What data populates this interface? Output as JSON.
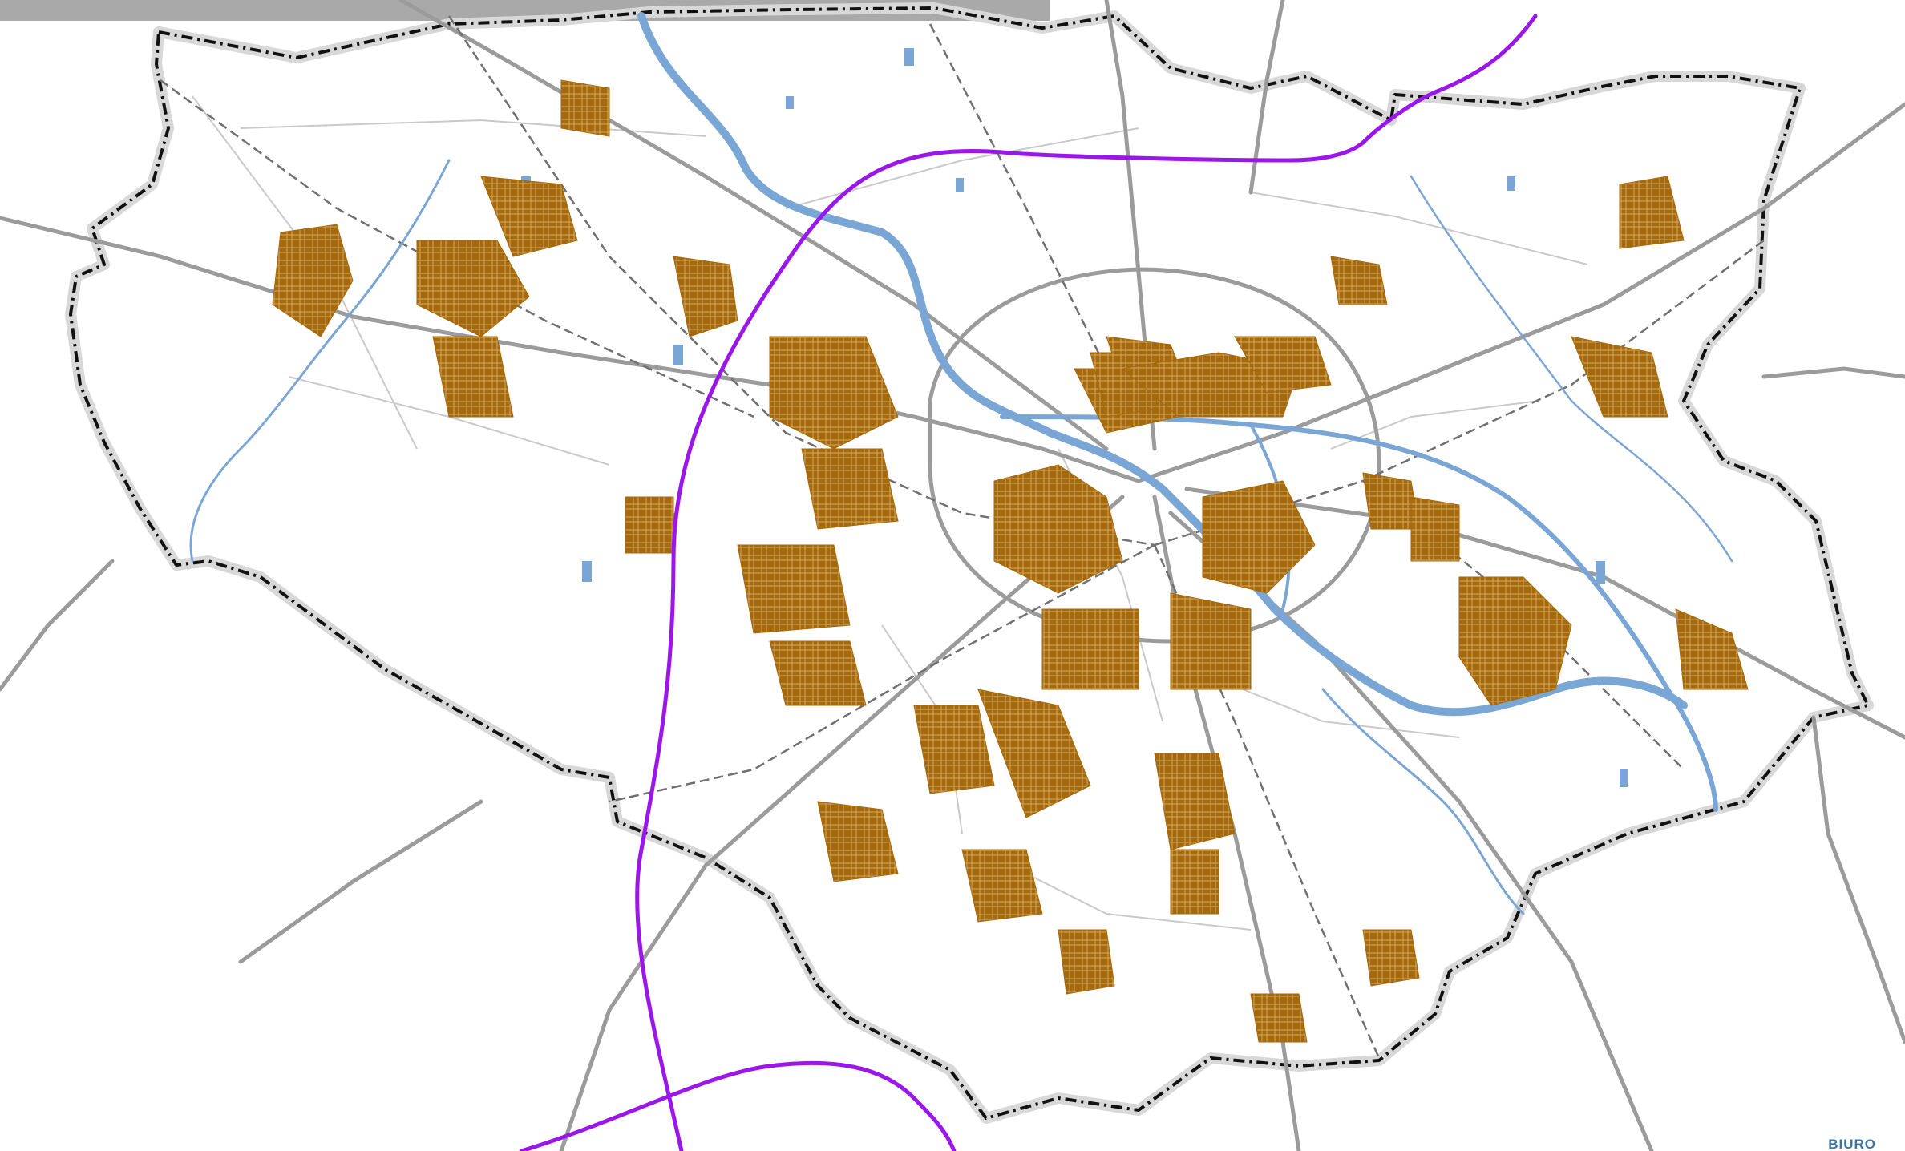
{
  "map": {
    "colors": {
      "background": "#ffffff",
      "built_up": "#a66a0a",
      "water": "#7aa6d6",
      "bypass_ring": "#9b16e8",
      "major_road": "#9b9b9b",
      "minor_road": "#c9c9c9",
      "railway": "#707070",
      "boundary": "#111111",
      "boundary_halo": "#d8d8d8",
      "top_bar": "#a9a9a9"
    },
    "layers": [
      "city-boundary",
      "river",
      "water-bodies",
      "built-up-areas",
      "roads",
      "railways",
      "bypass-ring"
    ],
    "logo_text": "BIURO"
  }
}
